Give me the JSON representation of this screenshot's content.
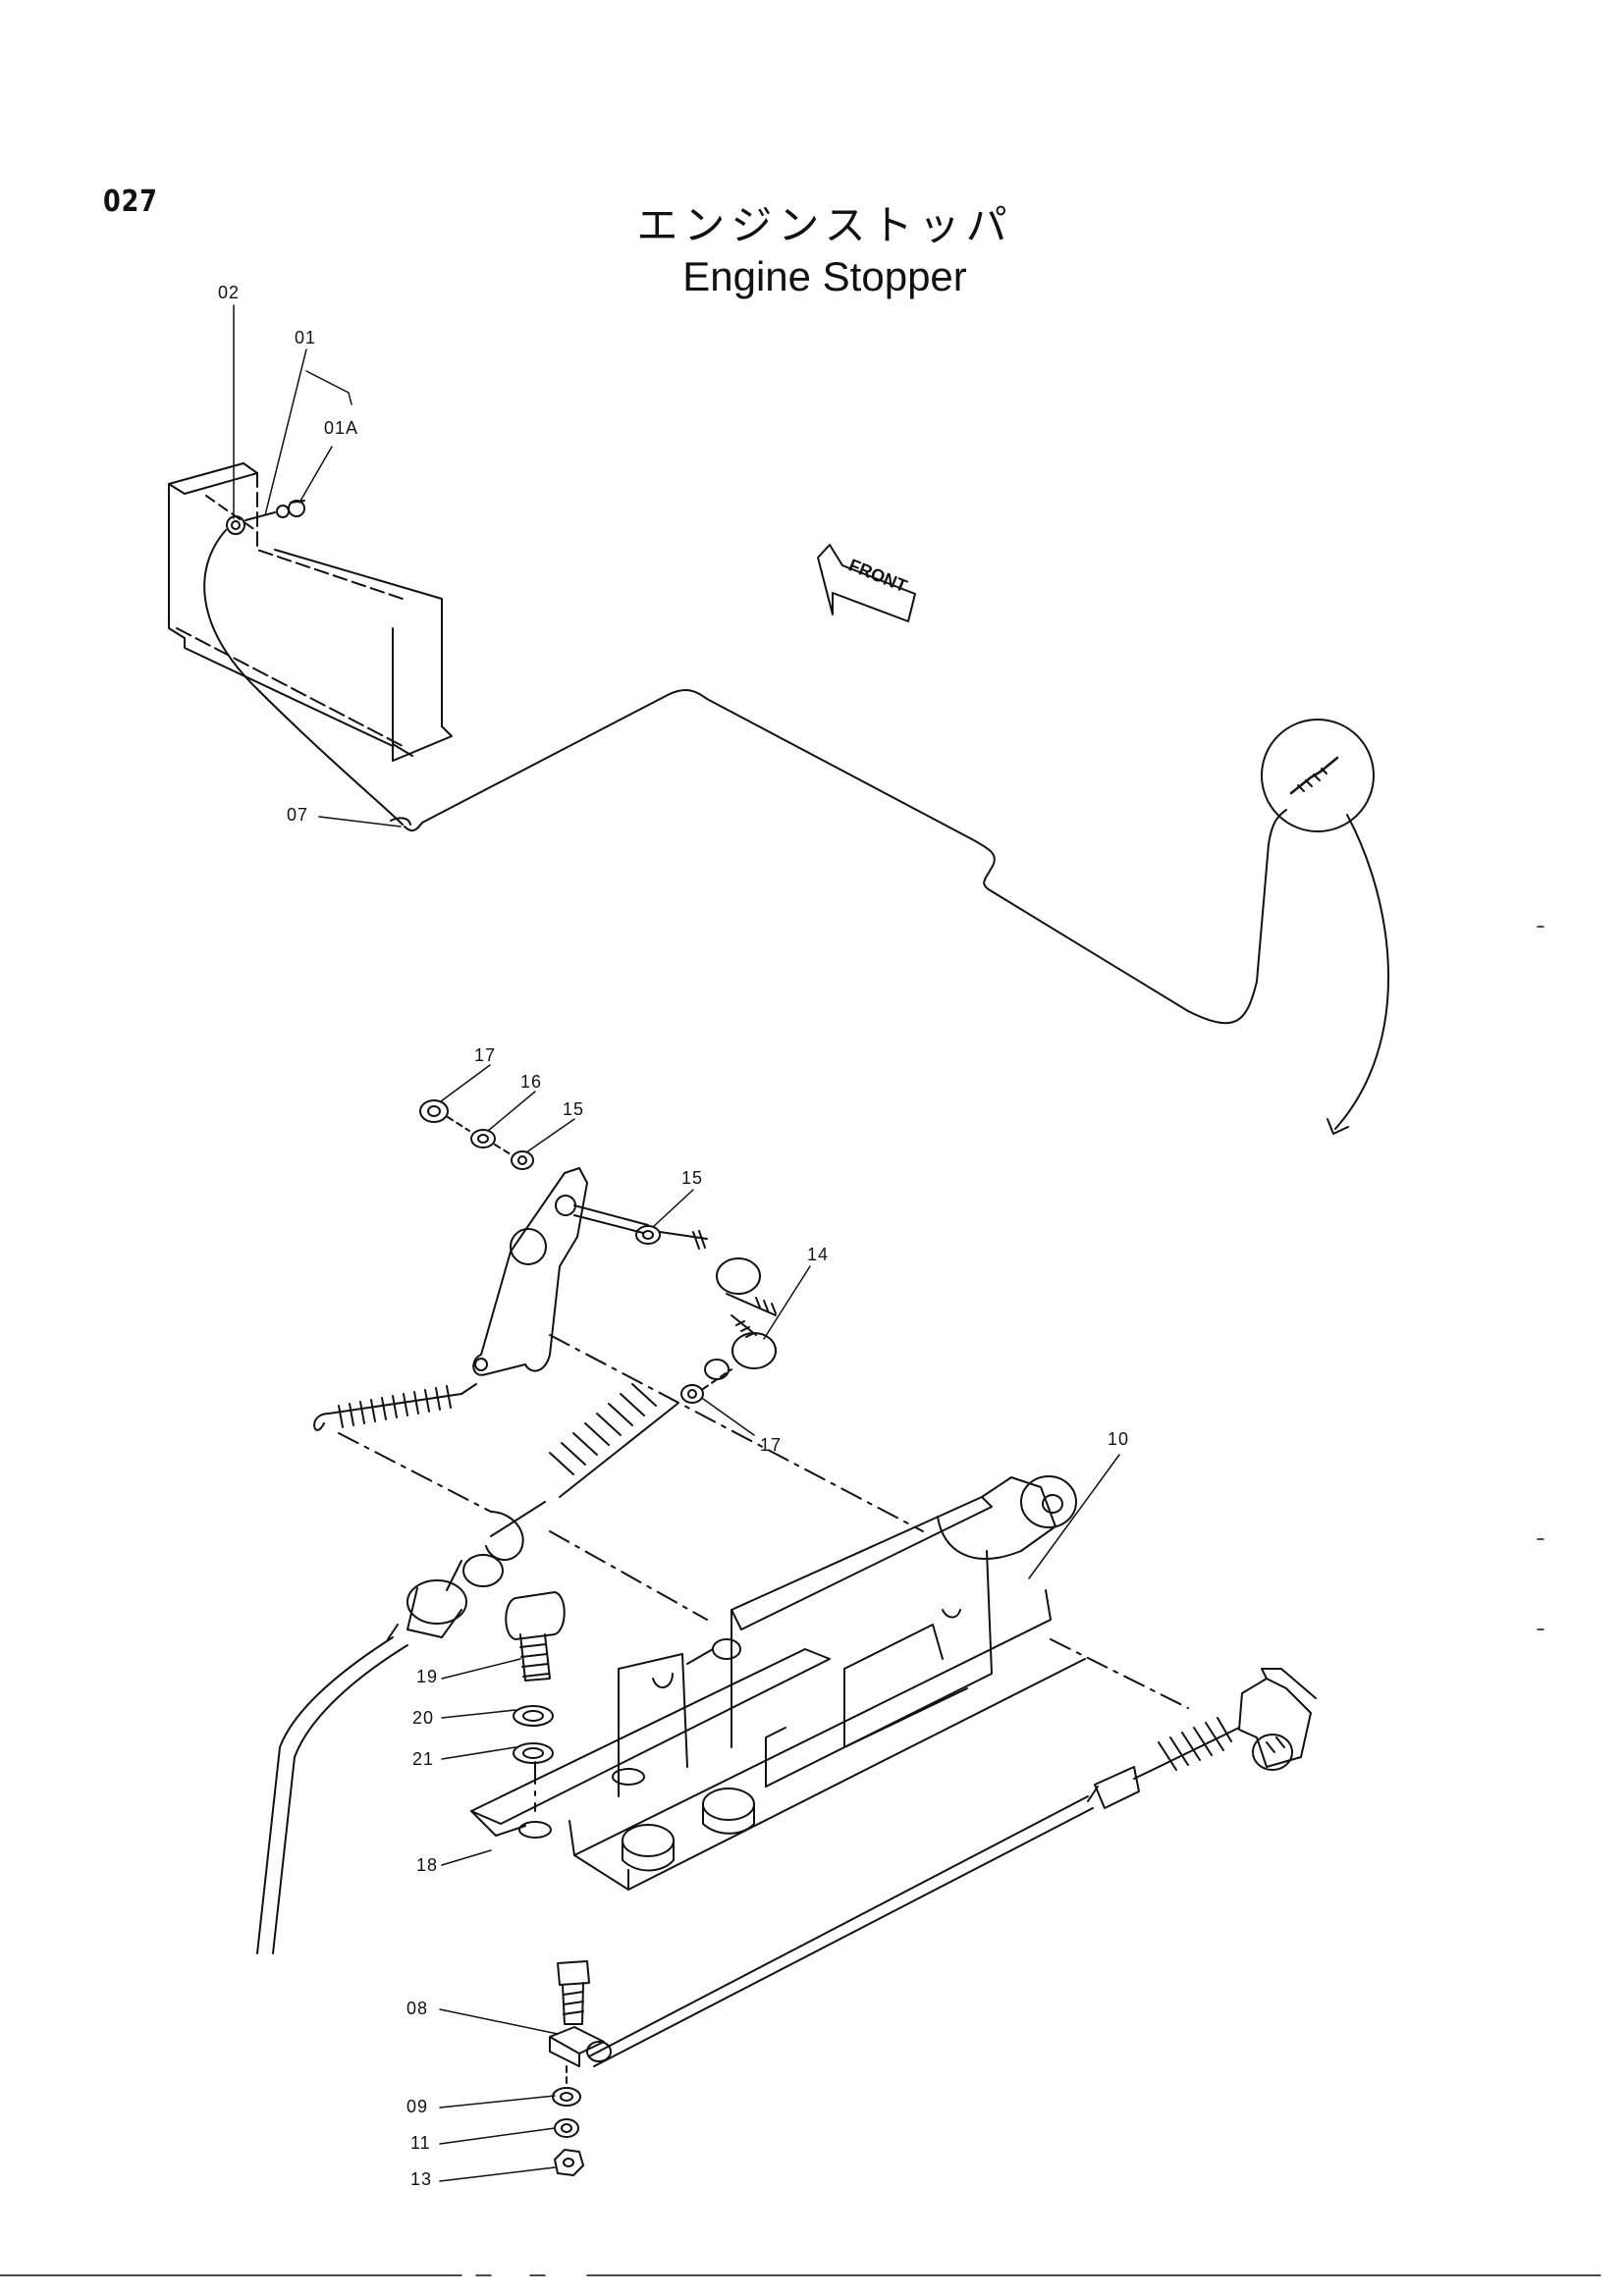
{
  "page": {
    "page_number": "027",
    "title_jp": "エンジンストッパ",
    "title_en": "Engine Stopper"
  },
  "direction_marker": {
    "label": "FRONT"
  },
  "callouts": [
    {
      "key": "c02",
      "text": "02"
    },
    {
      "key": "c01",
      "text": "01"
    },
    {
      "key": "c01A",
      "text": "01A"
    },
    {
      "key": "c07",
      "text": "07"
    },
    {
      "key": "c17a",
      "text": "17"
    },
    {
      "key": "c16",
      "text": "16"
    },
    {
      "key": "c15a",
      "text": "15"
    },
    {
      "key": "c15b",
      "text": "15"
    },
    {
      "key": "c14",
      "text": "14"
    },
    {
      "key": "c17b",
      "text": "17"
    },
    {
      "key": "c10",
      "text": "10"
    },
    {
      "key": "c19",
      "text": "19"
    },
    {
      "key": "c20",
      "text": "20"
    },
    {
      "key": "c21",
      "text": "21"
    },
    {
      "key": "c18",
      "text": "18"
    },
    {
      "key": "c08",
      "text": "08"
    },
    {
      "key": "c09",
      "text": "09"
    },
    {
      "key": "c11",
      "text": "11"
    },
    {
      "key": "c13",
      "text": "13"
    }
  ],
  "colors": {
    "ink": "#111111",
    "paper": "#ffffff"
  }
}
